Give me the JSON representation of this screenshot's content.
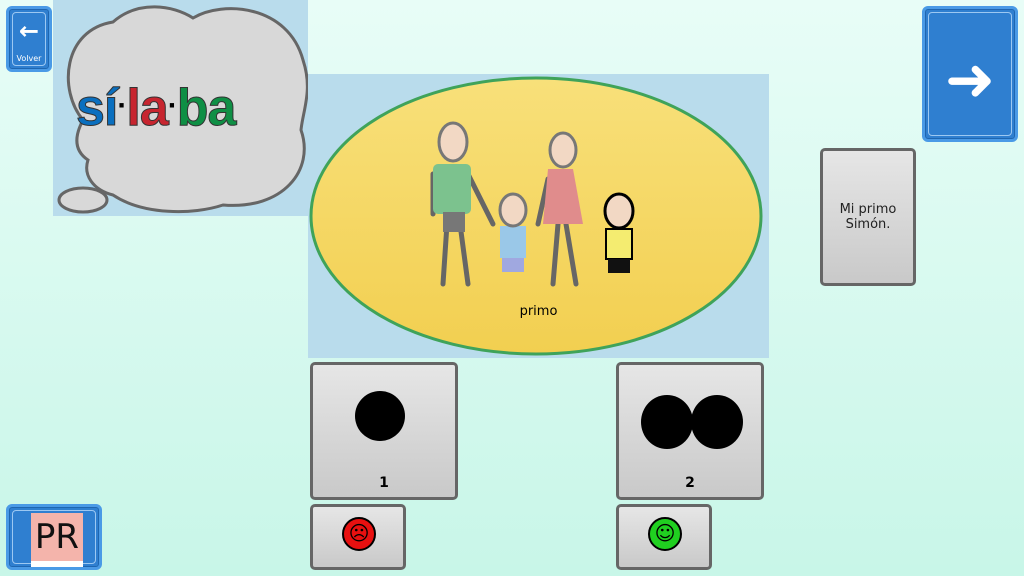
{
  "nav": {
    "back_label": "Volver",
    "back_icon": "arrow-left-icon",
    "next_icon": "arrow-right-icon",
    "profile_initials": "PR"
  },
  "title_word": {
    "syllables": [
      {
        "text": "sí",
        "color": "#0a6fbf"
      },
      {
        "text": "la",
        "color": "#c7252f"
      },
      {
        "text": "ba",
        "color": "#0f8f45"
      }
    ],
    "separator": "·"
  },
  "scene": {
    "caption": "primo"
  },
  "phrase": "Mi primo Simón.",
  "options": [
    {
      "label": "1",
      "dots": 1,
      "feedback": "sad-face",
      "color": "#e81010"
    },
    {
      "label": "2",
      "dots": 2,
      "feedback": "happy-face",
      "color": "#20d020"
    }
  ]
}
